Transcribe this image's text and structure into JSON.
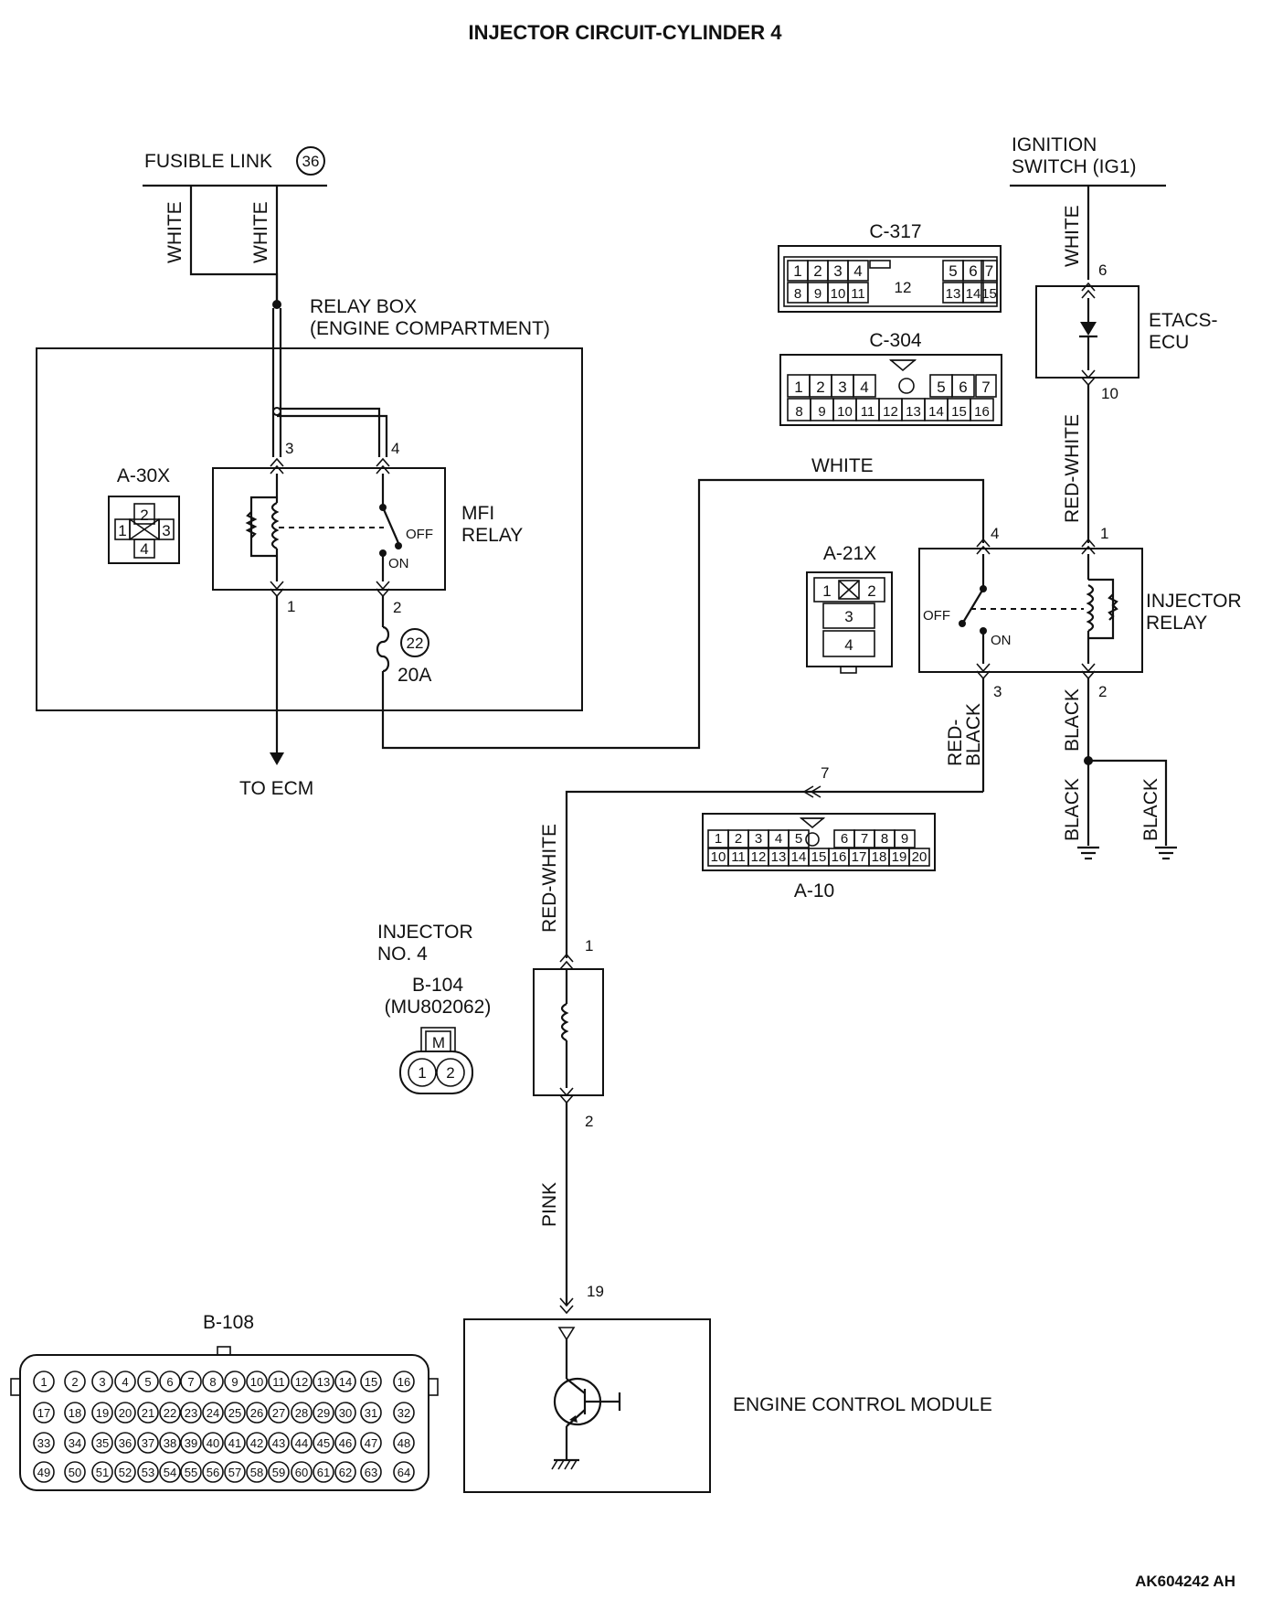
{
  "title": "INJECTOR CIRCUIT-CYLINDER 4",
  "figure_id": "AK604242 AH",
  "power_sources": {
    "fusible_link": "FUSIBLE LINK",
    "fusible_link_no": "36",
    "ignition_line1": "IGNITION",
    "ignition_line2": "SWITCH (IG1)"
  },
  "relay_box": {
    "label_line1": "RELAY BOX",
    "label_line2": "(ENGINE COMPARTMENT)",
    "connector": "A-30X",
    "connector_pins": [
      "1",
      "2",
      "3",
      "4"
    ],
    "mfi_relay_line1": "MFI",
    "mfi_relay_line2": "RELAY",
    "pins": {
      "p3": "3",
      "p4": "4",
      "p1": "1",
      "p2": "2"
    },
    "fuse_no": "22",
    "fuse_rating": "20A",
    "to_ecm": "TO ECM",
    "switch_off": "OFF",
    "switch_on": "ON"
  },
  "etacs": {
    "label_line1": "ETACS-",
    "label_line2": "ECU",
    "pin_in": "6",
    "pin_out": "10"
  },
  "injector_relay": {
    "label_line1": "INJECTOR",
    "label_line2": "RELAY",
    "connector": "A-21X",
    "connector_pins": [
      "1",
      "2",
      "3",
      "4"
    ],
    "pins": {
      "p4": "4",
      "p1": "1",
      "p3": "3",
      "p2": "2"
    },
    "switch_off": "OFF",
    "switch_on": "ON"
  },
  "connectors": {
    "c317": {
      "name": "C-317",
      "top": [
        "1",
        "2",
        "3",
        "4",
        "5",
        "6",
        "7"
      ],
      "bottom": [
        "8",
        "9",
        "10",
        "11",
        "13",
        "14",
        "15"
      ],
      "center": "12"
    },
    "c304": {
      "name": "C-304",
      "top": [
        "1",
        "2",
        "3",
        "4",
        "5",
        "6",
        "7"
      ],
      "bottom": [
        "8",
        "9",
        "10",
        "11",
        "12",
        "13",
        "14",
        "15",
        "16"
      ]
    },
    "a10": {
      "name": "A-10",
      "pin": "7",
      "top": [
        "1",
        "2",
        "3",
        "4",
        "5",
        "6",
        "7",
        "8",
        "9"
      ],
      "bottom": [
        "10",
        "11",
        "12",
        "13",
        "14",
        "15",
        "16",
        "17",
        "18",
        "19",
        "20"
      ]
    },
    "b104": {
      "name": "B-104",
      "part": "(MU802062)",
      "pins": [
        "1",
        "2"
      ],
      "mark": "M"
    },
    "b108": {
      "name": "B-108",
      "rows": [
        [
          "1",
          "2",
          "3",
          "4",
          "5",
          "6",
          "7",
          "8",
          "9",
          "10",
          "11",
          "12",
          "13",
          "14",
          "15",
          "16"
        ],
        [
          "17",
          "18",
          "19",
          "20",
          "21",
          "22",
          "23",
          "24",
          "25",
          "26",
          "27",
          "28",
          "29",
          "30",
          "31",
          "32"
        ],
        [
          "33",
          "34",
          "35",
          "36",
          "37",
          "38",
          "39",
          "40",
          "41",
          "42",
          "43",
          "44",
          "45",
          "46",
          "47",
          "48"
        ],
        [
          "49",
          "50",
          "51",
          "52",
          "53",
          "54",
          "55",
          "56",
          "57",
          "58",
          "59",
          "60",
          "61",
          "62",
          "63",
          "64"
        ]
      ]
    }
  },
  "injector": {
    "label_line1": "INJECTOR",
    "label_line2": "NO. 4",
    "pin1": "1",
    "pin2": "2"
  },
  "ecm": {
    "label": "ENGINE CONTROL MODULE",
    "pin": "19"
  },
  "wire_colors": {
    "white1": "WHITE",
    "white2": "WHITE",
    "white_top_right": "WHITE",
    "white_mid": "WHITE",
    "red_white_upper": "RED-WHITE",
    "red_black_line1": "RED-",
    "red_black_line2": "BLACK",
    "black_upper": "BLACK",
    "black_lower_left": "BLACK",
    "black_lower_right": "BLACK",
    "red_white_lower": "RED-WHITE",
    "pink": "PINK"
  }
}
